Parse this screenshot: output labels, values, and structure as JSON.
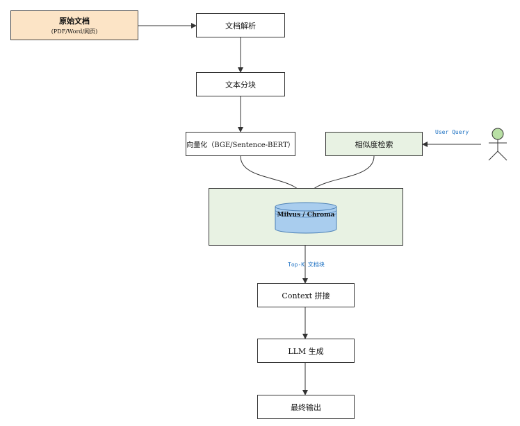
{
  "nodes": {
    "source_title": "原始文档",
    "source_sub": "(PDF/Word/网页)",
    "parse": "文档解析",
    "chunk": "文本分块",
    "embed": "向量化（BGE/Sentence-BERT）",
    "similarity": "相似度检索",
    "db": "Milvus / Chroma",
    "context": "Context 拼接",
    "llm": "LLM 生成",
    "output": "最终输出"
  },
  "labels": {
    "user_query": "User Query",
    "topk": "Top-K 文档块"
  },
  "colors": {
    "source_fill": "#fce4c6",
    "green_fill": "#e8f2e3",
    "db_fill": "#a9cdee",
    "actor_fill": "#b9e0a5",
    "annotation": "#1a6fc2"
  },
  "icons": {
    "actor": "user-stick-figure-icon",
    "db": "database-cylinder-icon"
  }
}
